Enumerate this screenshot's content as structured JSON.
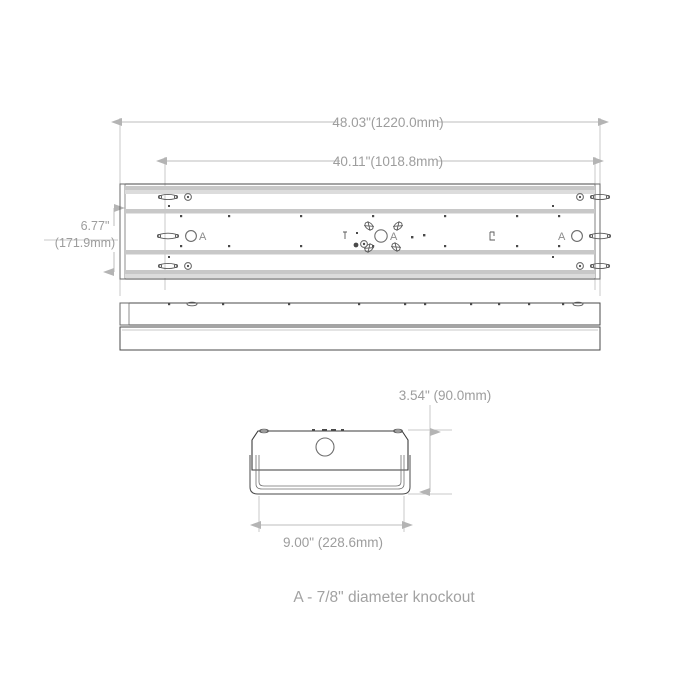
{
  "drawing": {
    "title": "Linear high bay luminaire dimensional drawing",
    "colors": {
      "dimension_line": "#bdbdbd",
      "dimension_text": "#9d9d9d",
      "outline": "#4a4a4a",
      "band": "#c8c8c8",
      "note_text": "#a2a2a2",
      "background": "#ffffff"
    },
    "dimensions": {
      "overall_length": "48.03\"(1220.0mm)",
      "inner_length": "40.11\"(1018.8mm)",
      "depth_inch": "6.77\"",
      "depth_mm": "(171.9mm)",
      "height": "3.54\" (90.0mm)",
      "width": "9.00\" (228.6mm)"
    },
    "note": "A - 7/8\" diameter knockout",
    "knockout_labels": {
      "left": "A",
      "center": "A",
      "right": "A"
    },
    "views": {
      "plan": "top plan view",
      "side": "side elevation view",
      "end": "end section view"
    }
  }
}
